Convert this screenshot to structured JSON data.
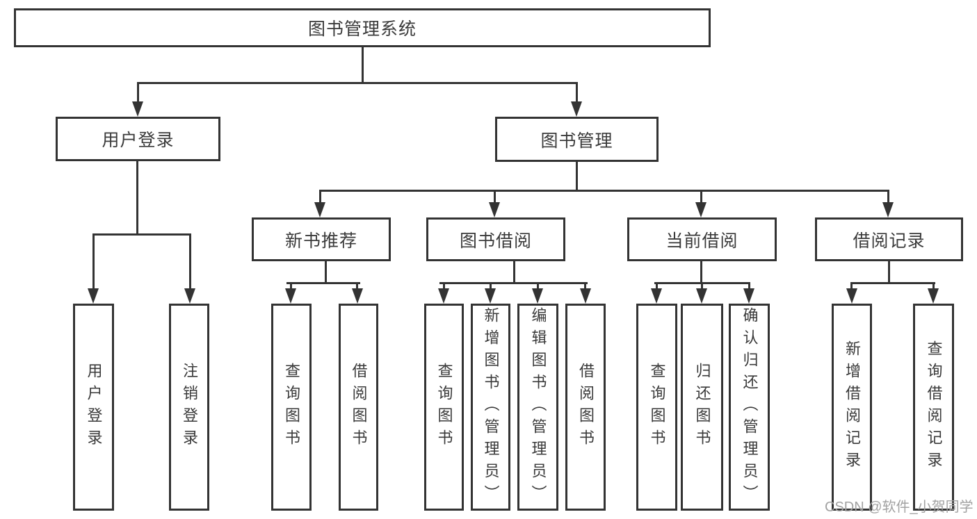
{
  "tree": {
    "label": "图书管理系统",
    "children": [
      {
        "label": "用户登录",
        "children": [
          {
            "label": "用户登录"
          },
          {
            "label": "注销登录"
          }
        ]
      },
      {
        "label": "图书管理",
        "children": [
          {
            "label": "新书推荐",
            "children": [
              {
                "label": "查询图书"
              },
              {
                "label": "借阅图书"
              }
            ]
          },
          {
            "label": "图书借阅",
            "children": [
              {
                "label": "查询图书"
              },
              {
                "label": "新增图书（管理员）"
              },
              {
                "label": "编辑图书（管理员）"
              },
              {
                "label": "借阅图书"
              }
            ]
          },
          {
            "label": "当前借阅",
            "children": [
              {
                "label": "查询图书"
              },
              {
                "label": "归还图书"
              },
              {
                "label": "确认归还（管理员）"
              }
            ]
          },
          {
            "label": "借阅记录",
            "children": [
              {
                "label": "新增借阅记录"
              },
              {
                "label": "查询借阅记录"
              }
            ]
          }
        ]
      }
    ]
  },
  "watermark": {
    "text": "CSDN @软件_小贺同学"
  },
  "colors": {
    "line": "#333333",
    "box_border": "#333333",
    "text": "#3a3a3a",
    "watermark": "#a2a2a2",
    "background": "#ffffff"
  }
}
